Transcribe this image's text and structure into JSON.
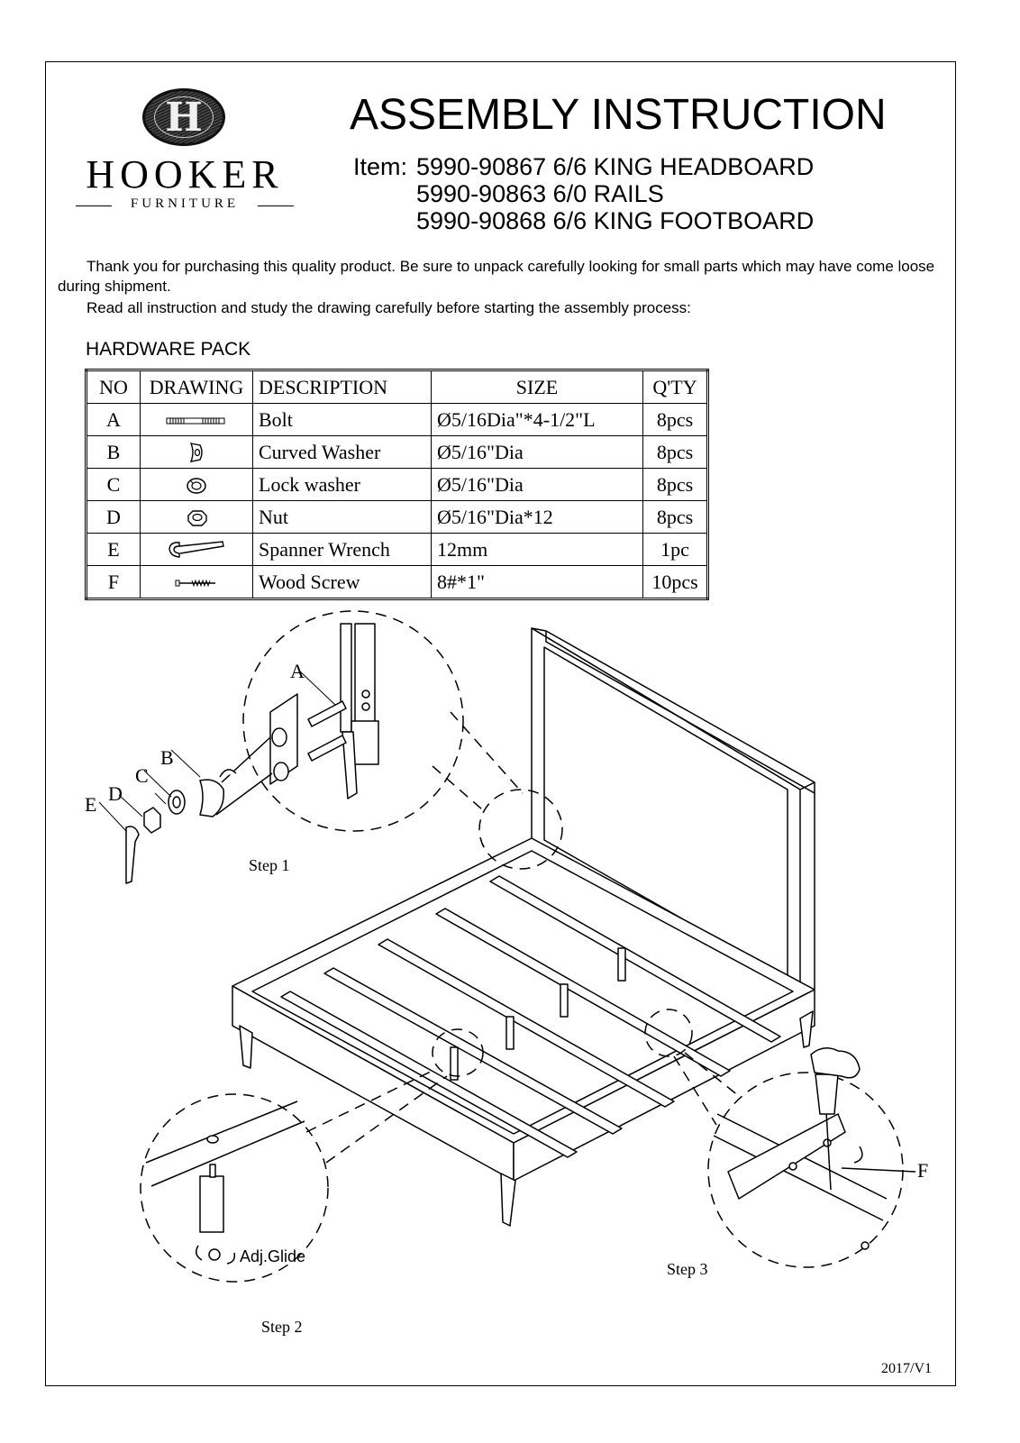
{
  "logo": {
    "letter": "H",
    "brand": "HOOKER",
    "sub": "FURNITURE"
  },
  "header": {
    "title": "ASSEMBLY INSTRUCTION",
    "item_label": "Item:",
    "items": [
      "5990-90867 6/6 KING HEADBOARD",
      "5990-90863 6/0 RAILS",
      "5990-90868 6/6 KING FOOTBOARD"
    ]
  },
  "intro": {
    "p1": "Thank you for purchasing this quality product. Be sure to unpack carefully looking for small parts which may have come loose during shipment.",
    "p2": "Read all instruction and study the drawing carefully before starting the assembly process:"
  },
  "hardware": {
    "heading": "HARDWARE PACK",
    "columns": [
      "NO",
      "DRAWING",
      "DESCRIPTION",
      "SIZE",
      "Q'TY"
    ],
    "rows": [
      {
        "no": "A",
        "icon": "bolt-icon",
        "description": "Bolt",
        "size": "Ø5/16Dia\"*4-1/2\"L",
        "qty": "8pcs"
      },
      {
        "no": "B",
        "icon": "curved-washer-icon",
        "description": "Curved Washer",
        "size": "Ø5/16\"Dia",
        "qty": "8pcs"
      },
      {
        "no": "C",
        "icon": "lock-washer-icon",
        "description": "Lock washer",
        "size": "Ø5/16\"Dia",
        "qty": "8pcs"
      },
      {
        "no": "D",
        "icon": "nut-icon",
        "description": "Nut",
        "size": "Ø5/16\"Dia*12",
        "qty": "8pcs"
      },
      {
        "no": "E",
        "icon": "wrench-icon",
        "description": "Spanner Wrench",
        "size": "12mm",
        "qty": "1pc"
      },
      {
        "no": "F",
        "icon": "wood-screw-icon",
        "description": "Wood Screw",
        "size": "8#*1\"",
        "qty": "10pcs"
      }
    ]
  },
  "diagram": {
    "labels": {
      "a": "A",
      "b": "B",
      "c": "C",
      "d": "D",
      "e": "E",
      "f": "F"
    },
    "steps": [
      "Step 1",
      "Step 2",
      "Step 3"
    ],
    "adj_glide": "Adj.Glide"
  },
  "footer": {
    "version": "2017/V1"
  }
}
